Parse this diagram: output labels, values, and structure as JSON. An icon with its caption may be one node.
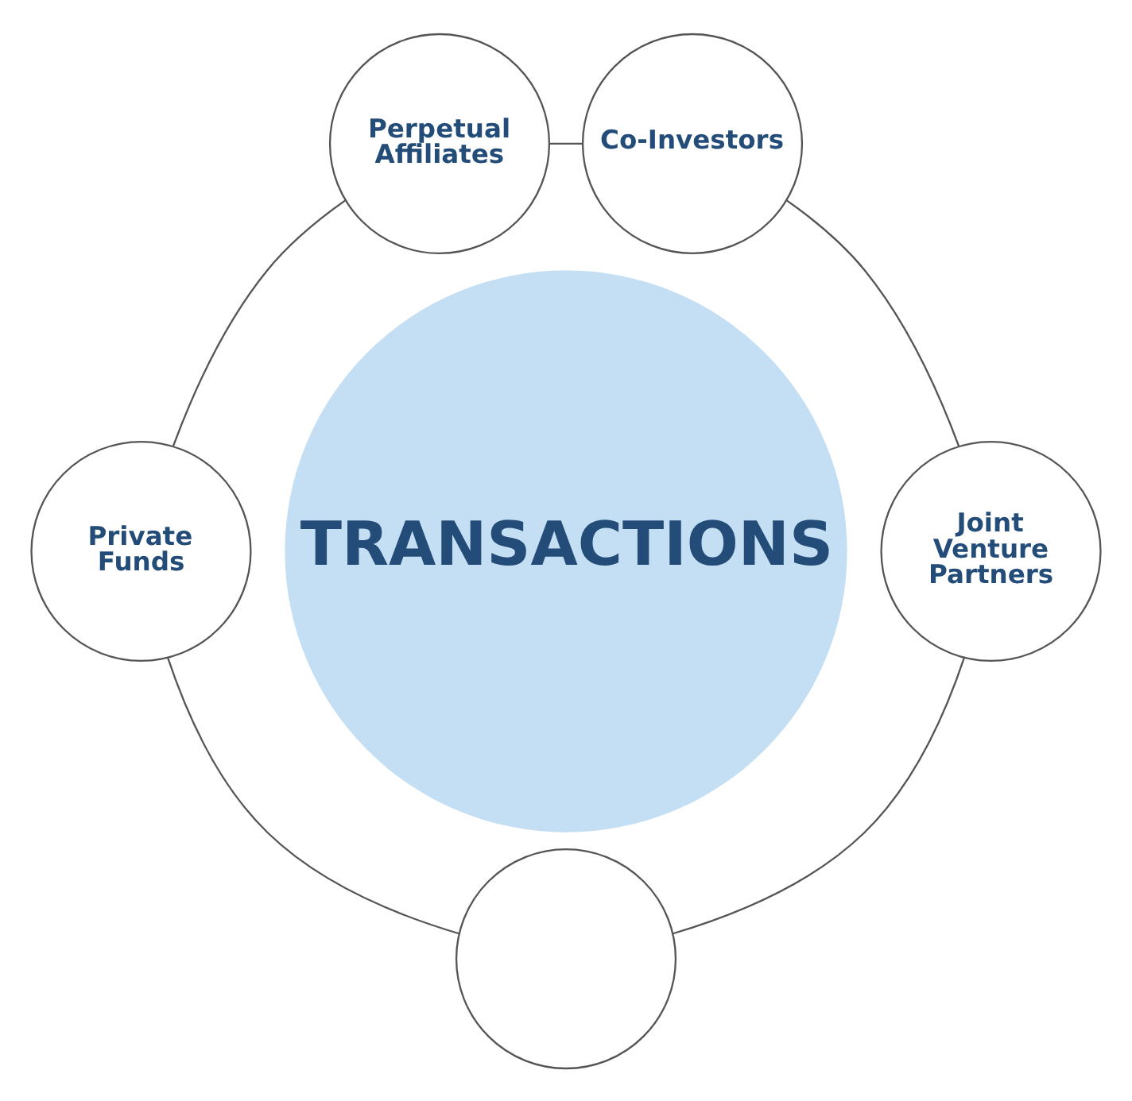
{
  "diagram": {
    "nodes": [
      {
        "text": [
          "Perpetual Affiliates"
        ]
      },
      {
        "text": [
          "Co-Investors"
        ]
      },
      {
        "text": [
          "TRANSACTIONS"
        ]
      },
      {
        "text": [
          "Private Funds"
        ]
      },
      {
        "text": [
          "Joint Venture Partners"
        ]
      },
      {
        "text": [],
        "shape": "circle"
      }
    ],
    "edges": [
      {
        "from": 0,
        "to": 1,
        "arrow": "none"
      },
      {
        "from": 1,
        "to": 4,
        "arrow": "none"
      },
      {
        "from": 4,
        "to": 5,
        "arrow": "none"
      },
      {
        "from": 5,
        "to": 3,
        "arrow": "none"
      },
      {
        "from": 3,
        "to": 0,
        "arrow": "none"
      }
    ]
  }
}
